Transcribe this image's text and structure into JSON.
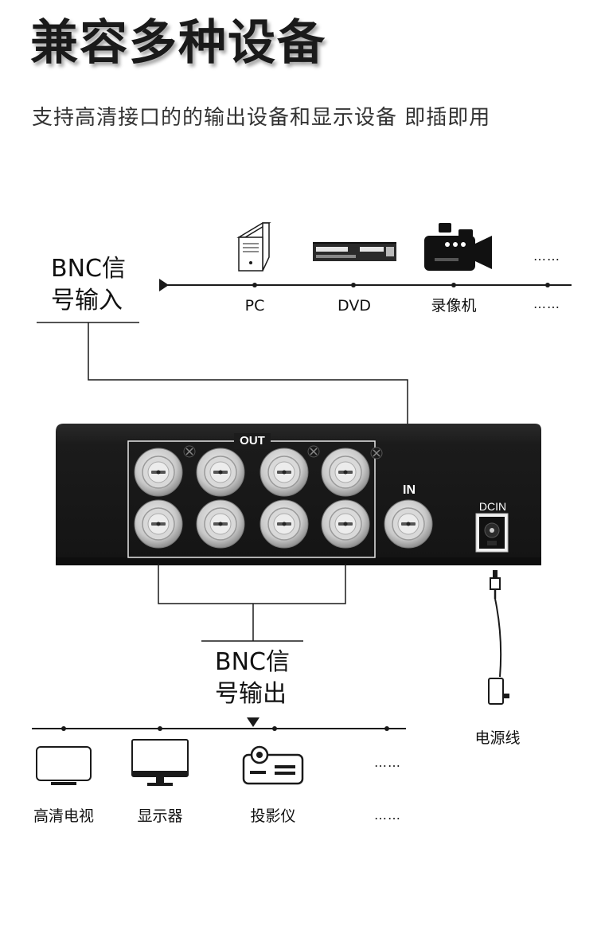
{
  "title": "兼容多种设备",
  "subtitle": "支持高清接口的的输出设备和显示设备 即插即用",
  "input_section": {
    "label_line1": "BNC信",
    "label_line2": "号输入",
    "devices": [
      {
        "label": "PC",
        "icon": "pc-tower-icon"
      },
      {
        "label": "DVD",
        "icon": "dvd-player-icon"
      },
      {
        "label": "录像机",
        "icon": "camcorder-icon"
      }
    ],
    "more_top": "……",
    "more_bottom": "……"
  },
  "device_panel": {
    "out_label": "OUT",
    "in_label": "IN",
    "dc_label": "DCIN",
    "out_port_count": 8
  },
  "output_section": {
    "label_line1": "BNC信",
    "label_line2": "号输出",
    "devices": [
      {
        "label": "高清电视",
        "icon": "tv-icon"
      },
      {
        "label": "显示器",
        "icon": "monitor-icon"
      },
      {
        "label": "投影仪",
        "icon": "projector-icon"
      }
    ],
    "more_top": "……",
    "more_bottom": "……"
  },
  "power": {
    "label": "电源线",
    "icon": "power-adapter-icon"
  },
  "colors": {
    "panel": "#1c1c1c",
    "connector": "#c8c8c8",
    "line": "#1a1a1a"
  }
}
